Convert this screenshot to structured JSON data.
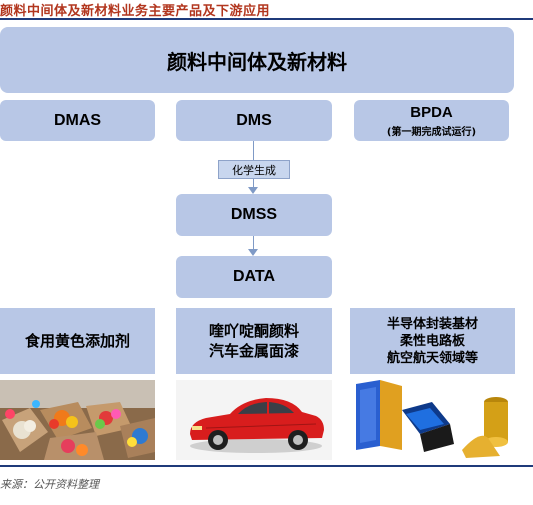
{
  "header": {
    "title": "颜料中间体及新材料业务主要产品及下游应用"
  },
  "top_box": {
    "label": "颜料中间体及新材料"
  },
  "products": {
    "dmas": "DMAS",
    "dms": "DMS",
    "bpda": "BPDA",
    "bpda_note": "(第一期完成试运行)",
    "dmss": "DMSS",
    "data": "DATA"
  },
  "process_label": "化学生成",
  "applications": {
    "food": "食用黄色添加剂",
    "pigment_line1": "喹吖啶酮颜料",
    "pigment_line2": "汽车金属面漆",
    "material_line1": "半导体封装基材",
    "material_line2": "柔性电路板",
    "material_line3": "航空航天领域等"
  },
  "footer": {
    "source": "来源：公开资料整理"
  },
  "colors": {
    "box_fill": "#b8c7e6",
    "rule": "#1f3a7a",
    "title": "#b2361e",
    "car": "#d81d1d"
  }
}
